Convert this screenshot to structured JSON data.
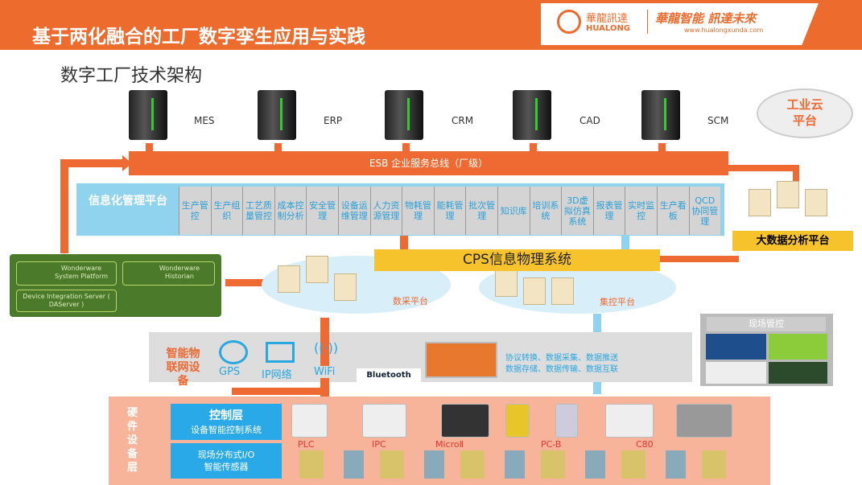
{
  "header": {
    "title": "基于两化融合的工厂数字孪生应用与实践",
    "logo_cn": "華龍訊達",
    "logo_en": "HUALONG",
    "slogan": "華龍智能 訊達未來",
    "website": "www.hualongxunda.com"
  },
  "subtitle": "数字工厂技术架构",
  "systems": [
    "MES",
    "ERP",
    "CRM",
    "CAD",
    "SCM"
  ],
  "cloud": "工业云平台",
  "esb": "ESB 企业服务总线（厂级）",
  "platform": {
    "label": "信息化管理平台",
    "modules": [
      "生产管控",
      "生产组织",
      "工艺质量管控",
      "成本控制分析",
      "安全管理",
      "设备运维管理",
      "人力资源管理",
      "物耗管理",
      "能耗管理",
      "批次管理",
      "知识库",
      "培训系统",
      "3D虚拟仿真系统",
      "报表管理",
      "实时监控",
      "生产看板",
      "QCD协同管理"
    ]
  },
  "bigdata": "大数据分析平台",
  "cps": "CPS信息物理系统",
  "wonderware": {
    "platform": "Wonderware System Platform",
    "historian": "Wonderware Historian",
    "server": "Device Integration Server ( DAServer )"
  },
  "collect": "数采平台",
  "control": "集控平台",
  "iot": {
    "label": "智能物联网设备",
    "items": [
      "GPS",
      "IP网络",
      "WiFi",
      "Bluetooth"
    ],
    "func1": "协议转换、数据采集、数据推送",
    "func2": "数据存储、数据传输、数据互联"
  },
  "monitor": "现场管控",
  "hardware": {
    "label": "硬件设备层",
    "control": "控制层",
    "control_sub": "设备智能控制系统",
    "io": "现场分布式I/O",
    "io_sub": "智能传感器",
    "devices": [
      "PLC",
      "IPC",
      "MicroⅡ",
      "PC-B",
      "C80"
    ]
  }
}
